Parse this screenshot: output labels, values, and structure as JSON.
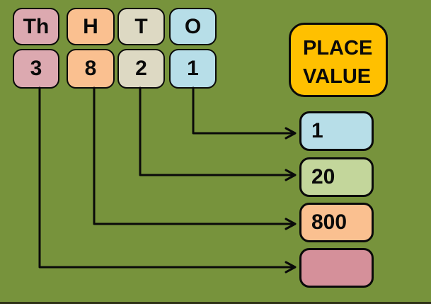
{
  "colors": {
    "background": "#77933C",
    "pink": "#DCA9B0",
    "orange": "#FAC090",
    "tan": "#DDD9C3",
    "blue": "#B7DEE8",
    "yellow": "#FFC000",
    "light_green": "#C3D69B",
    "rose": "#D5909A",
    "line": "#0a0a0a"
  },
  "columns": [
    {
      "header": "Th",
      "digit": "3",
      "color": "#DCA9B0"
    },
    {
      "header": "H",
      "digit": "8",
      "color": "#FAC090"
    },
    {
      "header": "T",
      "digit": "2",
      "color": "#DDD9C3"
    },
    {
      "header": "O",
      "digit": "1",
      "color": "#B7DEE8"
    }
  ],
  "title": {
    "line1": "PLACE",
    "line2": "VALUE"
  },
  "results": [
    {
      "value": "1",
      "color": "#B7DEE8"
    },
    {
      "value": "20",
      "color": "#C3D69B"
    },
    {
      "value": "800",
      "color": "#FAC090"
    },
    {
      "value": "",
      "color": "#D5909A"
    }
  ]
}
